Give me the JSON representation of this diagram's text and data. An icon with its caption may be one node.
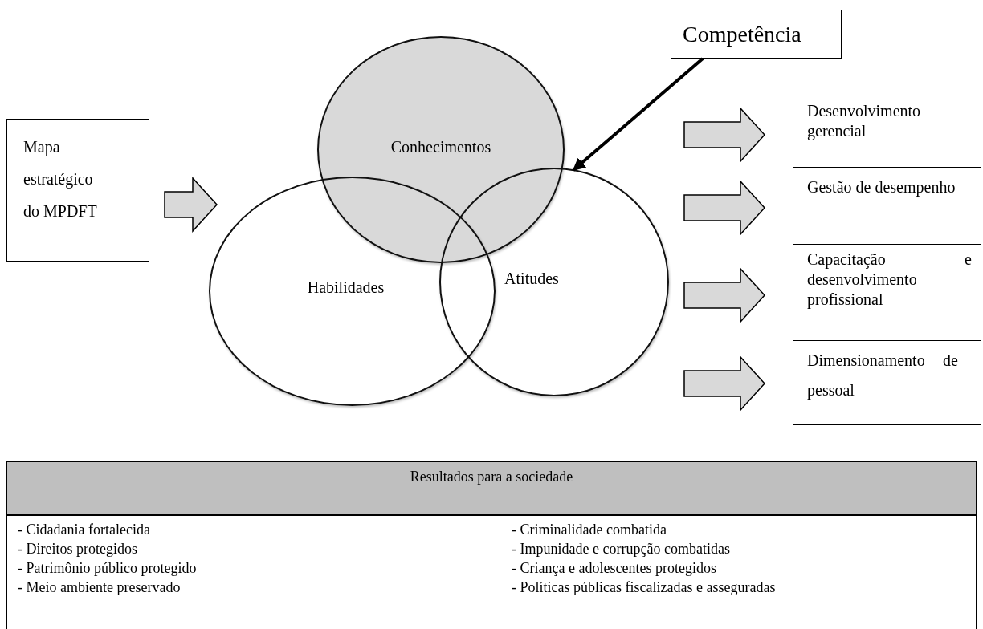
{
  "diagram": {
    "nodes": [
      {
        "text": [
          "Mapa estratégico do MPDFT"
        ]
      },
      {
        "text": [
          "Conhecimentos"
        ]
      },
      {
        "text": [
          "Habilidades"
        ]
      },
      {
        "text": [
          "Atitudes"
        ]
      },
      {
        "text": [
          "Competência"
        ]
      },
      {
        "text": [
          "Desenvolvimento gerencial"
        ]
      },
      {
        "text": [
          "Gestão de desempenho"
        ]
      },
      {
        "text": [
          "Capacitação e desenvolvimento profissional"
        ]
      },
      {
        "text": [
          "Dimensionamento de pessoal"
        ]
      }
    ],
    "edges": [
      {
        "from": 0,
        "to": null,
        "arrow": "to",
        "style": "thick"
      },
      {
        "from": 4,
        "to": 3,
        "arrow": "to"
      },
      {
        "from": null,
        "to": 5,
        "arrow": "to",
        "style": "thick"
      },
      {
        "from": null,
        "to": 6,
        "arrow": "to",
        "style": "thick"
      },
      {
        "from": null,
        "to": 7,
        "arrow": "to",
        "style": "thick"
      },
      {
        "from": null,
        "to": 8,
        "arrow": "to",
        "style": "thick"
      }
    ],
    "labels": [
      "Resultados para a sociedade",
      "- Cidadania fortalecida",
      "- Criminalidade combatida",
      "- Direitos protegidos",
      "- Impunidade e corrupção combatidas",
      "- Patrimônio público protegido",
      "- Criança e adolescentes protegidos",
      "- Meio ambiente preservado",
      "- Políticas públicas fiscalizadas e asseguradas"
    ]
  }
}
